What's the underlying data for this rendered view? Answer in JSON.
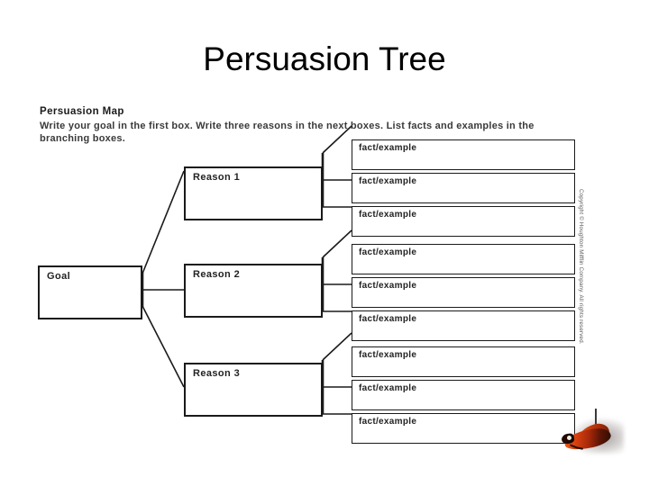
{
  "slide": {
    "title": "Persuasion Tree",
    "background_color": "#ffffff",
    "title_color": "#000000"
  },
  "worksheet": {
    "heading": "Persuasion Map",
    "instructions": "Write your goal in the first box. Write three reasons in the next boxes. List facts and examples in the branching boxes.",
    "copyright": "Copyright © Houghton Mifflin Company. All rights reserved.",
    "line_color": "#1a1a1a",
    "goal_box": {
      "label": "Goal"
    },
    "reason_boxes": [
      {
        "label": "Reason 1"
      },
      {
        "label": "Reason 2"
      },
      {
        "label": "Reason 3"
      }
    ],
    "fact_boxes": [
      {
        "label": "fact/example"
      },
      {
        "label": "fact/example"
      },
      {
        "label": "fact/example"
      },
      {
        "label": "fact/example"
      },
      {
        "label": "fact/example"
      },
      {
        "label": "fact/example"
      },
      {
        "label": "fact/example"
      },
      {
        "label": "fact/example"
      },
      {
        "label": "fact/example"
      }
    ]
  },
  "decoration": {
    "corner_graphic": "butterfly-graphic",
    "accent_color": "#c8380c"
  }
}
